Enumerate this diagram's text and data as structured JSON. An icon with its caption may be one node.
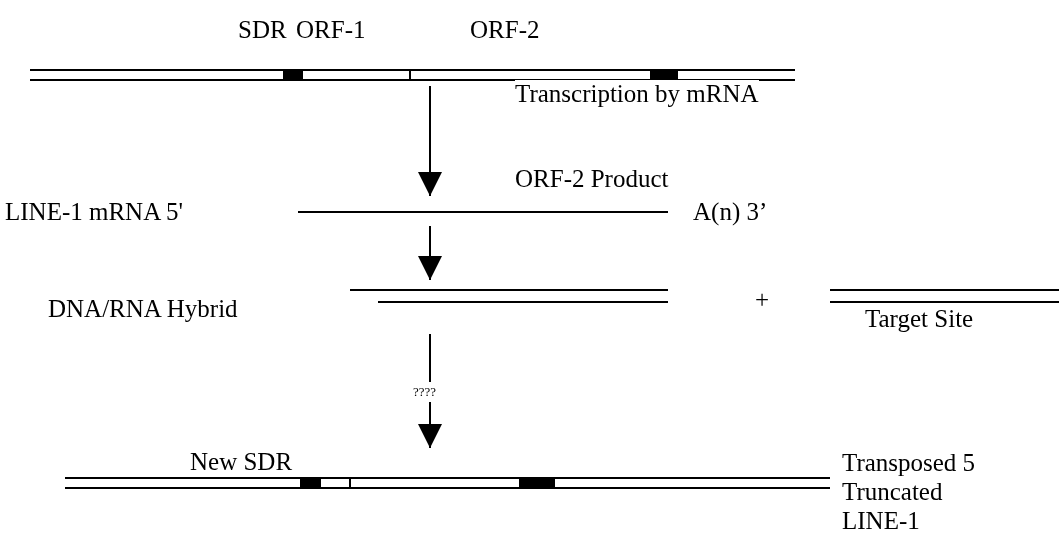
{
  "diagram": {
    "nodes": [
      {
        "text": [],
        "shape": "bar"
      },
      {
        "text": [
          "LINE-1 mRNA 5'",
          "A(n) 3’"
        ]
      },
      {
        "text": [
          "DNA/RNA Hybrid"
        ]
      },
      {
        "text": [
          "Target Site"
        ]
      },
      {
        "text": [
          "Transposed 5 Truncated LINE-1"
        ]
      }
    ],
    "edges": [
      {
        "from": 0,
        "to": 1,
        "arrow": "to",
        "label": "Transcription by mRNA"
      },
      {
        "from": 1,
        "to": 2,
        "arrow": "to",
        "label": "ORF-2 Product"
      },
      {
        "from": 2,
        "to": 4,
        "arrow": "to",
        "label": "????"
      }
    ],
    "labels": [
      "SDR",
      "ORF-1",
      "ORF-2",
      "+",
      "New SDR"
    ]
  }
}
